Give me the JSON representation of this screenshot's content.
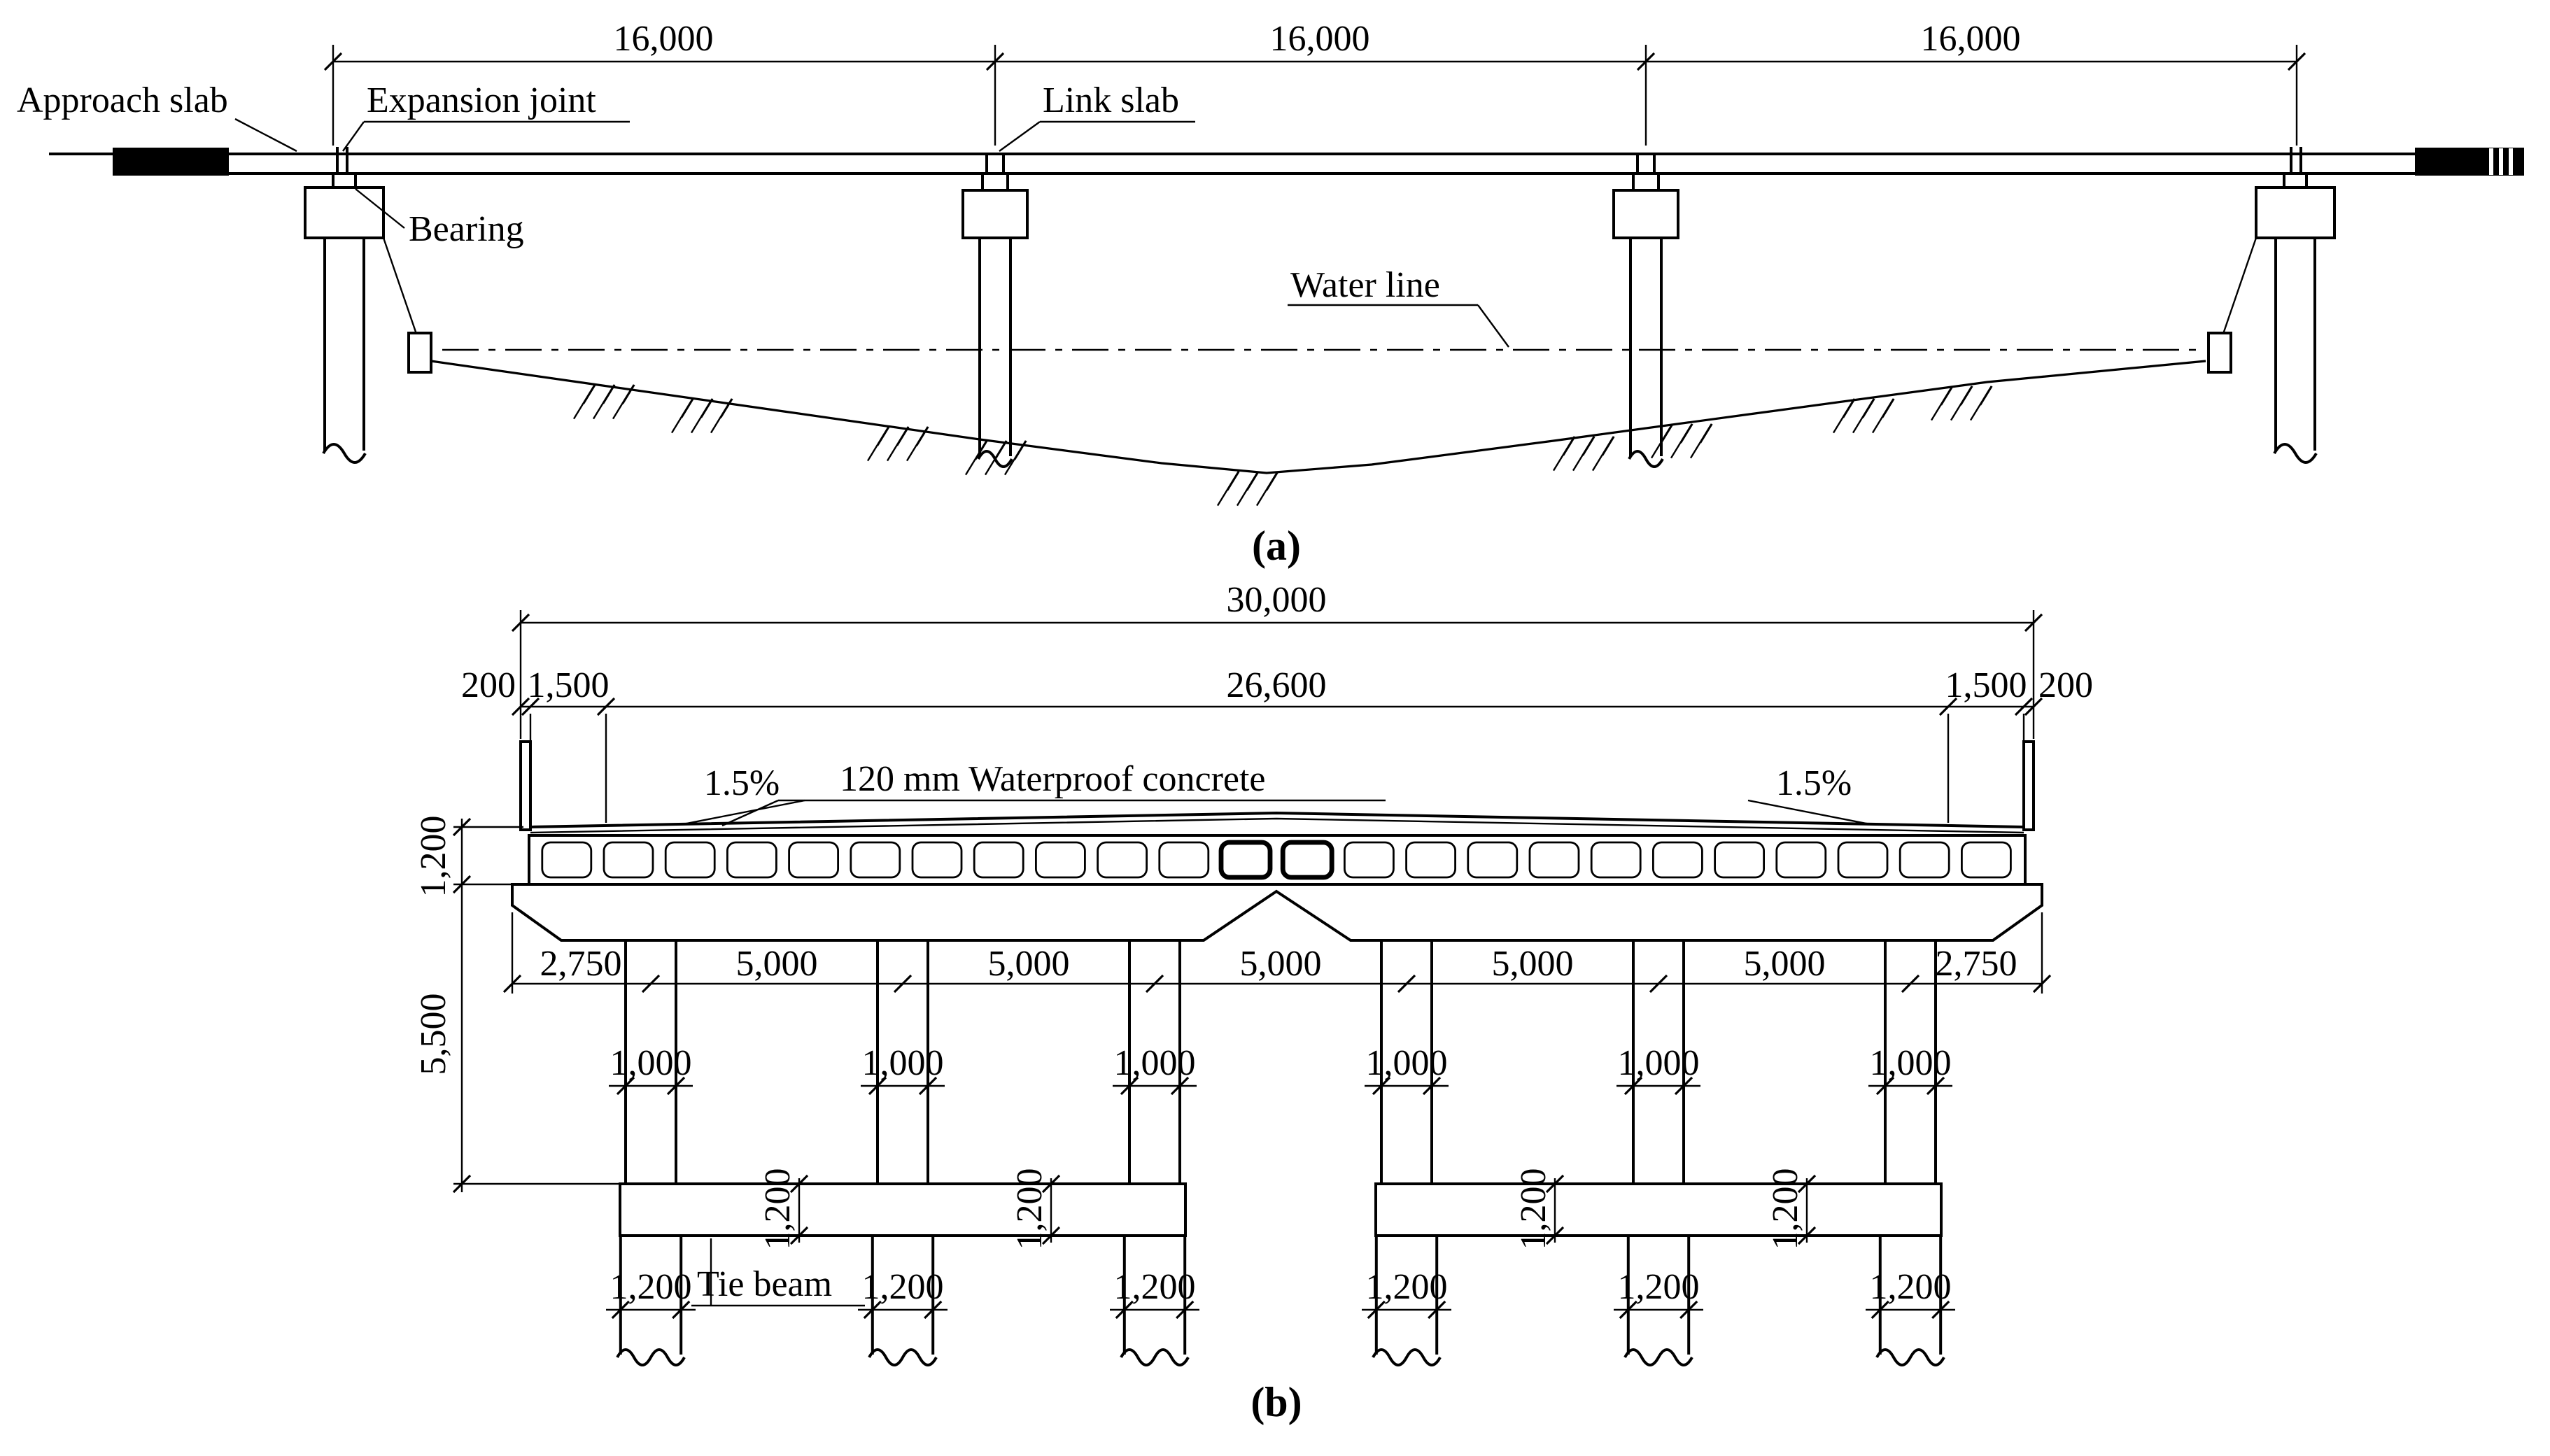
{
  "figure": {
    "caption_a": "(a)",
    "caption_b": "(b)"
  },
  "elevation": {
    "span_dims": [
      "16,000",
      "16,000",
      "16,000"
    ],
    "labels": {
      "approach_slab": "Approach slab",
      "expansion_joint": "Expansion joint",
      "link_slab": "Link slab",
      "bearing": "Bearing",
      "water_line": "Water line"
    }
  },
  "cross_section": {
    "dims": {
      "overall": "30,000",
      "edge_left": "200",
      "edge_right": "200",
      "offset_left": "1,500",
      "deck_middle": "26,600",
      "offset_right": "1,500",
      "slope_left": "1.5%",
      "slope_right": "1.5%",
      "girder_depth": "1,200",
      "pier_height": "5,500",
      "spacing": [
        "2,750",
        "5,000",
        "5,000",
        "5,000",
        "5,000",
        "5,000",
        "2,750"
      ],
      "column_width": "1,000",
      "tie_beam_depth": "1,200",
      "pile_width": "1,200"
    },
    "labels": {
      "waterproof": "120 mm Waterproof concrete",
      "tie_beam": "Tie beam"
    }
  }
}
